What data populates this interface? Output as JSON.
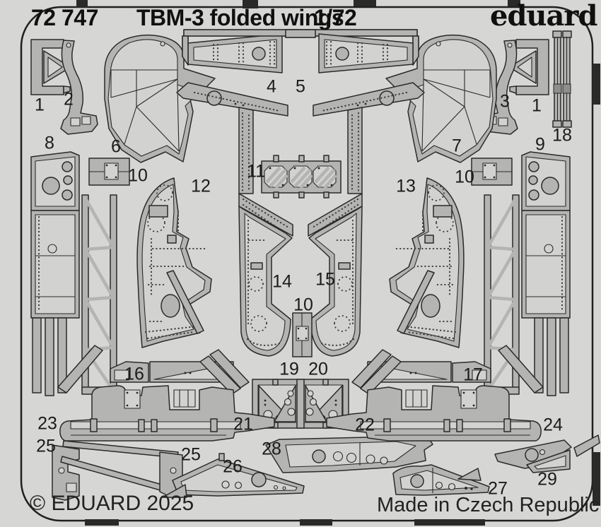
{
  "header": {
    "catalog_number": "72 747",
    "title": "TBM-3 folded wings",
    "scale": "1/72",
    "brand": "eduard"
  },
  "footer": {
    "copyright": "© EDUARD 2025",
    "made_in": "Made in Czech Republic"
  },
  "colors": {
    "background": "#d6d6d4",
    "metal_part": "#b4b4b2",
    "etched_light": "#d2d2d0",
    "outline": "#2a2a28",
    "text": "#1b1b1b"
  },
  "part_labels": [
    {
      "text": "1"
    },
    {
      "text": "2"
    },
    {
      "text": "4"
    },
    {
      "text": "5"
    },
    {
      "text": "6"
    },
    {
      "text": "7"
    },
    {
      "text": "3"
    },
    {
      "text": "1"
    },
    {
      "text": "18"
    },
    {
      "text": "8"
    },
    {
      "text": "9"
    },
    {
      "text": "10"
    },
    {
      "text": "11"
    },
    {
      "text": "10"
    },
    {
      "text": "12"
    },
    {
      "text": "13"
    },
    {
      "text": "14"
    },
    {
      "text": "15"
    },
    {
      "text": "10"
    },
    {
      "text": "16"
    },
    {
      "text": "17"
    },
    {
      "text": "19"
    },
    {
      "text": "20"
    },
    {
      "text": "21"
    },
    {
      "text": "22"
    },
    {
      "text": "23"
    },
    {
      "text": "24"
    },
    {
      "text": "25"
    },
    {
      "text": "25"
    },
    {
      "text": "26"
    },
    {
      "text": "28"
    },
    {
      "text": "27"
    },
    {
      "text": "29"
    }
  ]
}
